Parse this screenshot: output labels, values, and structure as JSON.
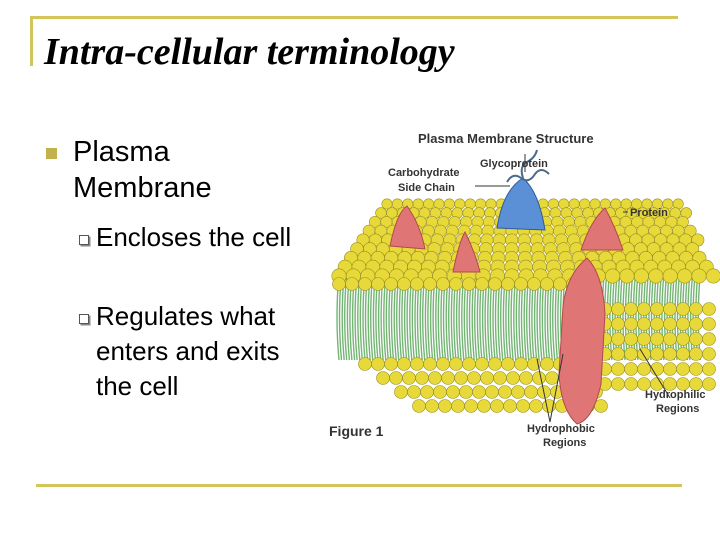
{
  "slide": {
    "title": "Intra-cellular terminology",
    "bullet": "Plasma Membrane",
    "sub_bullets": [
      "Encloses the cell",
      "Regulates what enters and exits the cell"
    ]
  },
  "figure": {
    "title": "Plasma Membrane Structure",
    "labels": {
      "glycoprotein": "Glycoprotein",
      "carbohydrate_line1": "Carbohydrate",
      "carbohydrate_line2": "Side Chain",
      "protein": "Protein",
      "hydrophilic_line1": "Hydrophilic",
      "hydrophilic_line2": "Regions",
      "hydrophobic_line1": "Hydrophobic",
      "hydrophobic_line2": "Regions",
      "caption": "Figure 1"
    },
    "colors": {
      "phospholipid_head": "#e8d93a",
      "tail": "#5aa85a",
      "protein": "#e07575",
      "glycoprotein": "#5b8fd6"
    }
  },
  "theme": {
    "accent": "#d4c55a",
    "bullet": "#c2b24c"
  }
}
